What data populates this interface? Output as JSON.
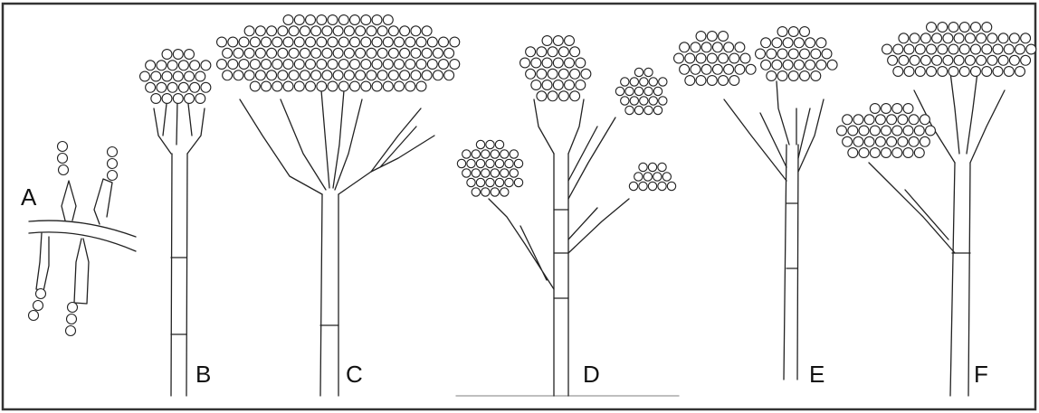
{
  "figure": {
    "panels": [
      {
        "id": "A",
        "label": "A"
      },
      {
        "id": "B",
        "label": "B"
      },
      {
        "id": "C",
        "label": "C"
      },
      {
        "id": "D",
        "label": "D"
      },
      {
        "id": "E",
        "label": "E"
      },
      {
        "id": "F",
        "label": "F"
      }
    ],
    "colors": {
      "ink": "#222222",
      "background": "#ffffff",
      "frame": "#333333"
    }
  }
}
